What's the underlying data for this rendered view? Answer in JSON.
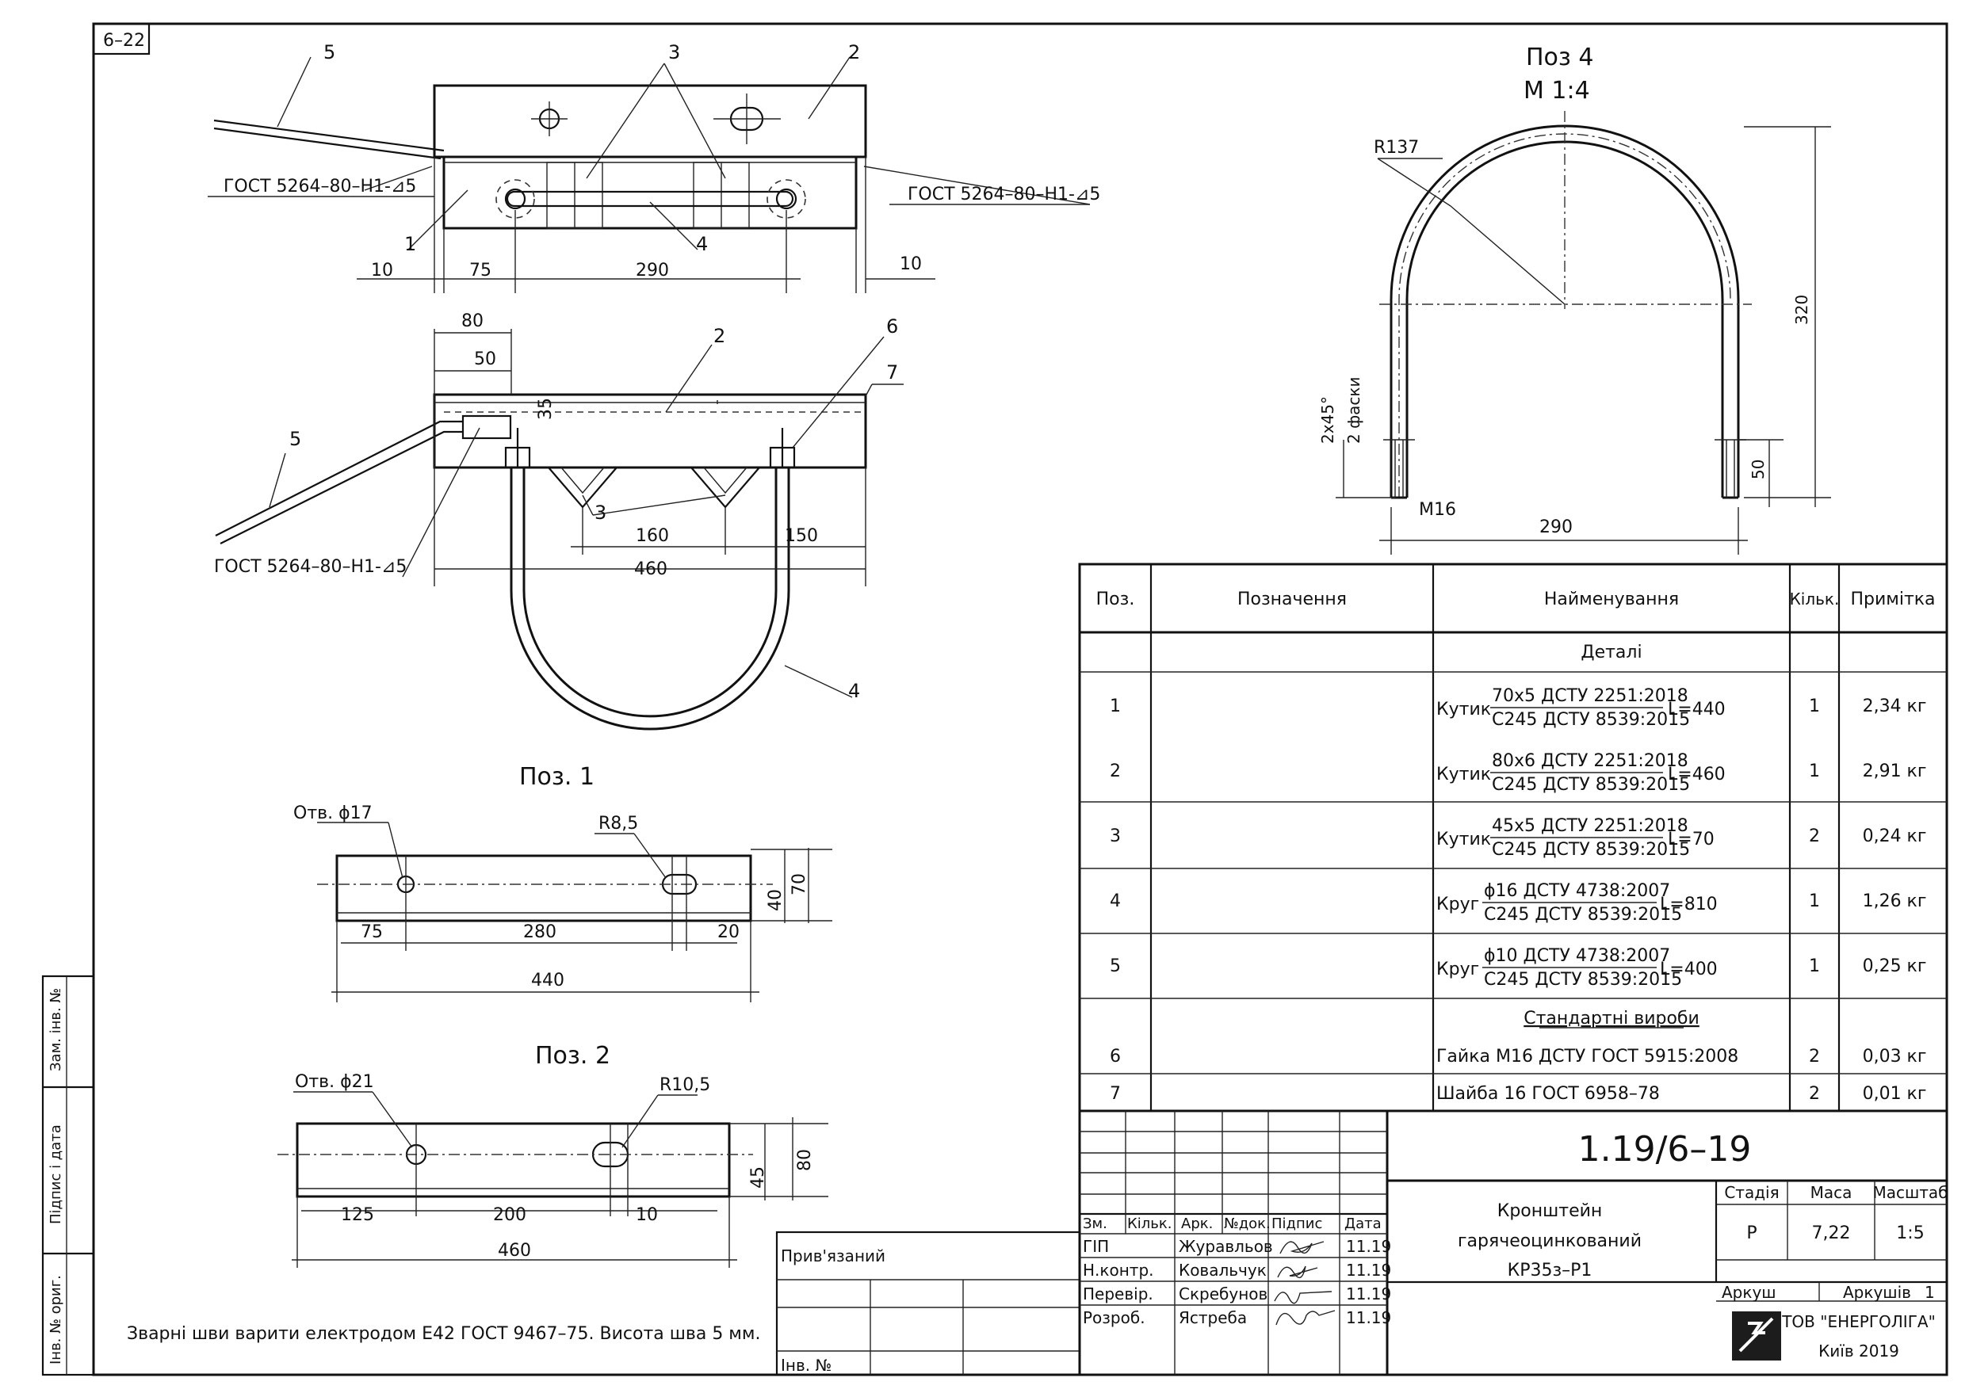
{
  "sheet_code": "6–22",
  "notes": {
    "weld": "Зварні шви варити електродом Е42 ГОСТ 9467–75. Висота шва 5 мм."
  },
  "views": {
    "top": {
      "labels": [
        "5",
        "3",
        "2",
        "1",
        "4"
      ],
      "weld_left": "ГОСТ 5264–80–Н1-⊿5",
      "weld_right": "ГОСТ 5264–80–Н1-⊿5",
      "dims": [
        "10",
        "75",
        "290",
        "10"
      ]
    },
    "front": {
      "labels": [
        "2",
        "6",
        "7",
        "5",
        "3",
        "4"
      ],
      "weld": "ГОСТ 5264–80–Н1-⊿5",
      "dims": [
        "80",
        "50",
        "35",
        "160",
        "150",
        "460"
      ]
    },
    "pos1": {
      "title": "Поз. 1",
      "hole": "Отв. ϕ17",
      "radius": "R8,5",
      "dims": [
        "75",
        "280",
        "20",
        "440",
        "40",
        "70"
      ]
    },
    "pos2": {
      "title": "Поз. 2",
      "hole": "Отв. ϕ21",
      "radius": "R10,5",
      "dims": [
        "125",
        "200",
        "10",
        "460",
        "45",
        "80"
      ]
    },
    "pos4": {
      "title": "Поз 4",
      "scale": "М 1:4",
      "radius": "R137",
      "chamfer": "2x45°",
      "chamfer_note": "2 фаски",
      "thread": "М16",
      "dims": [
        "320",
        "50",
        "290"
      ]
    }
  },
  "spec": {
    "headers": [
      "Поз.",
      "Позначення",
      "Найменування",
      "Кільк.",
      "Примітка"
    ],
    "section_details": "Деталі",
    "section_standard": "Стандартні вироби",
    "rows": [
      {
        "pos": "1",
        "prefix": "Кутик",
        "top": "70x5 ДСТУ 2251:2018",
        "bottom": "С245 ДСТУ 8539:2015",
        "len": "L=440",
        "qty": "1",
        "note": "2,34 кг"
      },
      {
        "pos": "2",
        "prefix": "Кутик",
        "top": "80x6 ДСТУ 2251:2018",
        "bottom": "С245 ДСТУ 8539:2015",
        "len": "L=460",
        "qty": "1",
        "note": "2,91 кг"
      },
      {
        "pos": "3",
        "prefix": "Кутик",
        "top": "45x5 ДСТУ 2251:2018",
        "bottom": "С245 ДСТУ 8539:2015",
        "len": "L=70",
        "qty": "2",
        "note": "0,24 кг"
      },
      {
        "pos": "4",
        "prefix": "Круг",
        "top": "ϕ16 ДСТУ 4738:2007",
        "bottom": "С245 ДСТУ 8539:2015",
        "len": "L=810",
        "qty": "1",
        "note": "1,26 кг"
      },
      {
        "pos": "5",
        "prefix": "Круг",
        "top": "ϕ10 ДСТУ 4738:2007",
        "bottom": "С245 ДСТУ 8539:2015",
        "len": "L=400",
        "qty": "1",
        "note": "0,25 кг"
      }
    ],
    "standard_rows": [
      {
        "pos": "6",
        "name": "Гайка М16 ДСТУ ГОСТ 5915:2008",
        "qty": "2",
        "note": "0,03 кг"
      },
      {
        "pos": "7",
        "name": "Шайба 16 ГОСТ 6958–78",
        "qty": "2",
        "note": "0,01 кг"
      }
    ]
  },
  "title_block": {
    "doc_number": "1.19/6–19",
    "name_line1": "Кронштейн",
    "name_line2": "гарячеоцинкований",
    "name_line3": "КР35з–Р1",
    "stage_label": "Стадія",
    "mass_label": "Маса",
    "scale_label": "Масштаб",
    "stage": "Р",
    "mass": "7,22",
    "scale": "1:5",
    "sheet_label": "Аркуш",
    "sheets_label": "Аркушів",
    "sheets": "1",
    "company": "ТОВ \"ЕНЕРГОЛІГА\"",
    "city": "Київ 2019",
    "change_headers": [
      "Зм.",
      "Кільк.",
      "Арк.",
      "№док.",
      "Підпис",
      "Дата"
    ],
    "people": [
      {
        "role": "ГІП",
        "name": "Журавльов",
        "date": "11.19"
      },
      {
        "role": "Н.контр.",
        "name": "Ковальчук",
        "date": "11.19"
      },
      {
        "role": "Перевір.",
        "name": "Скребунов",
        "date": "11.19"
      },
      {
        "role": "Розроб.",
        "name": "Ястреба",
        "date": "11.19"
      }
    ],
    "attached": "Прив'язаний",
    "inv_no": "Інв. №"
  },
  "side_stamp": [
    "Інв. № ориг.",
    "Підпис і дата",
    "Зам. інв. №"
  ]
}
